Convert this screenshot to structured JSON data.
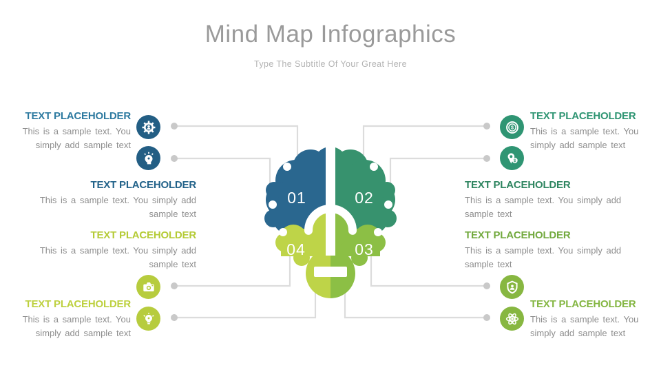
{
  "header": {
    "title": "Mind Map Infographics",
    "subtitle": "Type The Subtitle Of Your Great Here"
  },
  "center": {
    "numbers": [
      "01",
      "02",
      "03",
      "04"
    ],
    "quadrant_colors": {
      "q1_blue": "#2a678f",
      "q2_teal": "#37926e",
      "q3_green": "#8cbf45",
      "q4_lime": "#bed448"
    }
  },
  "blocks": {
    "left": [
      {
        "heading": "TEXT PLACEHOLDER",
        "body": "This is a sample text. You simply add sample text",
        "heading_color": "#2d7aa0",
        "icons": [
          "gear-user-icon",
          "idea-head-icon"
        ]
      },
      {
        "heading": "TEXT PLACEHOLDER",
        "body": "This is a sample text. You simply add sample text",
        "heading_color": "#23638a",
        "icons": []
      },
      {
        "heading": "TEXT PLACEHOLDER",
        "body": "This is a sample text. You simply add sample text",
        "heading_color": "#b5cb36",
        "icons": []
      },
      {
        "heading": "TEXT PLACEHOLDER",
        "body": "This is a sample text. You simply add sample text",
        "heading_color": "#bdd03e",
        "icons": [
          "camera-icon",
          "lightbulb-icon"
        ]
      }
    ],
    "right": [
      {
        "heading": "TEXT PLACEHOLDER",
        "body": "This is a sample text. You simply add sample text",
        "heading_color": "#2f9573",
        "icons": [
          "coin-icon",
          "money-pin-icon"
        ]
      },
      {
        "heading": "TEXT PLACEHOLDER",
        "body": "This is a sample text. You simply add sample text",
        "heading_color": "#2e8560",
        "icons": []
      },
      {
        "heading": "TEXT PLACEHOLDER",
        "body": "This is a sample text. You simply add sample text",
        "heading_color": "#73aa3f",
        "icons": []
      },
      {
        "heading": "TEXT PLACEHOLDER",
        "body": "This is a sample text. You simply add sample text",
        "heading_color": "#84b642",
        "icons": [
          "shield-user-icon",
          "atom-icon"
        ]
      }
    ]
  },
  "connector_color": "#dcdcdc"
}
